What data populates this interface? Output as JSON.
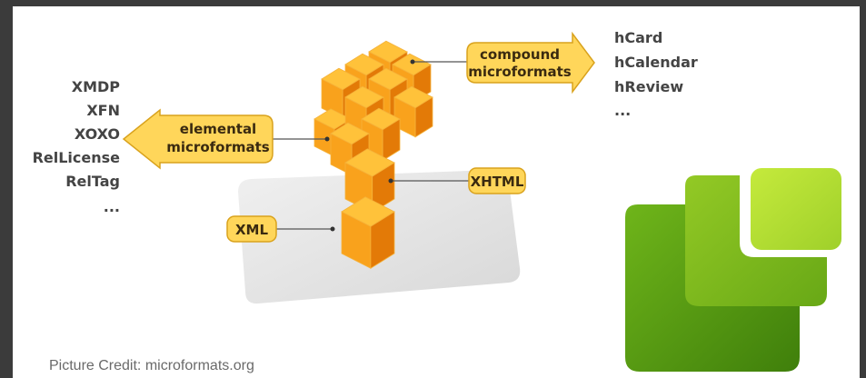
{
  "diagram": {
    "labels": {
      "compound": [
        "compound",
        "microformats"
      ],
      "elemental": [
        "elemental",
        "microformats"
      ],
      "xhtml": "XHTML",
      "xml": "XML"
    },
    "compound_list": [
      "hCard",
      "hCalendar",
      "hReview",
      "..."
    ],
    "elemental_list": [
      "XMDP",
      "XFN",
      "XOXO",
      "RelLicense",
      "RelTag",
      "..."
    ],
    "credit": "Picture Credit: microformats.org"
  },
  "colors": {
    "callout_fill": "#ffd65a",
    "callout_stroke": "#d9a21c",
    "cube_top": "#ffc23a",
    "cube_left": "#f9a21c",
    "cube_right": "#e37a07",
    "logo_dark": "#5a9e12",
    "logo_light": "#a8d62b"
  }
}
